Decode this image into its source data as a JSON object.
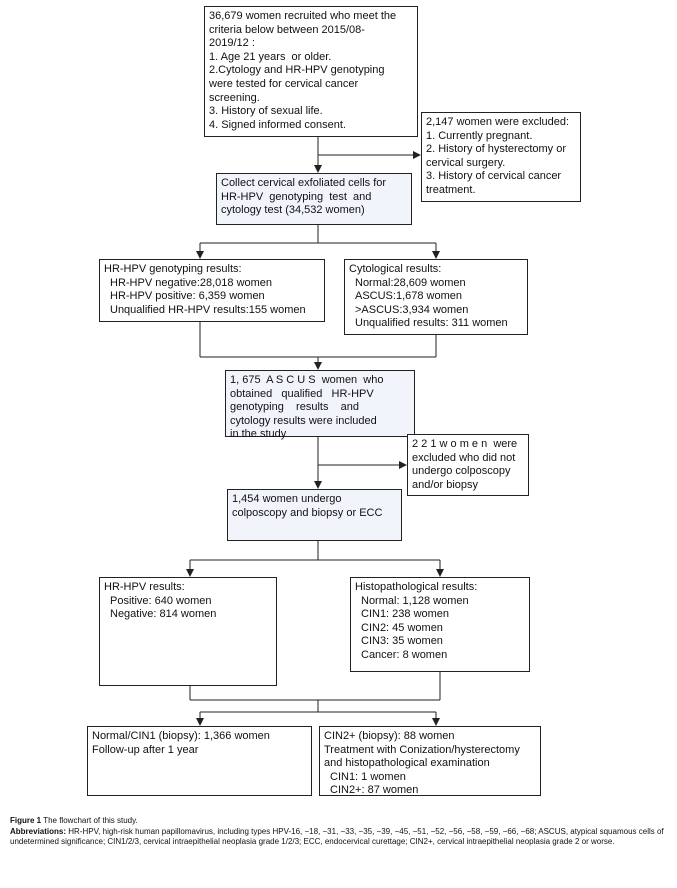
{
  "boxes": {
    "recruit": [
      "36,679 women recruited who meet the",
      "criteria below between 2015/08-",
      "2019/12 :",
      "1. Age 21 years  or older.",
      "2.Cytology and HR-HPV genotyping",
      "were tested for cervical cancer",
      "screening.",
      "3. History of sexual life.",
      "4. Signed informed consent."
    ],
    "excluded1": [
      "2,147 women were excluded:",
      "1. Currently pregnant.",
      "2. History of hysterectomy or",
      "cervical surgery.",
      "3. History of cervical cancer",
      "treatment."
    ],
    "collect": [
      "Collect cervical exfoliated cells for",
      "HR-HPV  genotyping  test  and",
      "cytology test (34,532 women)"
    ],
    "hpv_results": {
      "title": "HR-HPV genotyping results:",
      "items": [
        "HR-HPV negative:28,018 women",
        "HR-HPV positive: 6,359 women",
        "Unqualified HR-HPV results:155 women"
      ]
    },
    "cyto_results": {
      "title": "Cytological results:",
      "items": [
        "Normal:28,609 women",
        "ASCUS:1,678 women",
        ">ASCUS:3,934 women",
        "Unqualified results: 311 women"
      ]
    },
    "ascus": [
      "1, 675  A S C U S  women  who",
      "obtained   qualified   HR-HPV",
      "genotyping    results    and",
      "cytology results were included",
      "in the study"
    ],
    "excluded2": [
      "2 2 1 w o m e n  were",
      "excluded who did not",
      "undergo colposcopy",
      "and/or biopsy"
    ],
    "colposcopy": [
      "1,454 women undergo",
      "colposcopy and biopsy or ECC"
    ],
    "hpv_final": {
      "title": "HR-HPV results:",
      "items": [
        "Positive: 640 women",
        "Negative: 814 women"
      ]
    },
    "histo": {
      "title": "Histopathological results:",
      "items": [
        "Normal: 1,128 women",
        "CIN1: 238 women",
        "CIN2: 45 women",
        "CIN3: 35 women",
        "Cancer: 8 women"
      ]
    },
    "normal_cin1": [
      "Normal/CIN1 (biopsy): 1,366 women",
      "Follow-up after 1 year"
    ],
    "cin2plus": {
      "lines": [
        "CIN2+ (biopsy): 88 women",
        "Treatment with Conization/hysterectomy",
        "and histopathological examination"
      ],
      "items": [
        "CIN1: 1 women",
        "CIN2+: 87 women"
      ]
    }
  },
  "caption": {
    "label": "Figure 1",
    "text": " The flowchart of this study.",
    "abbr_label": "Abbreviations:",
    "abbr_text": " HR-HPV, high-risk human papillomavirus, including types HPV-16, −18, −31, −33, −35, −39, −45, −51, −52, −56, −58, −59, −66, −68; ASCUS, atypical squamous cells of undetermined significance; CIN1/2/3, cervical intraepithelial neoplasia grade 1/2/3; ECC, endocervical curettage; CIN2+, cervical intraepithelial neoplasia grade 2 or worse."
  }
}
